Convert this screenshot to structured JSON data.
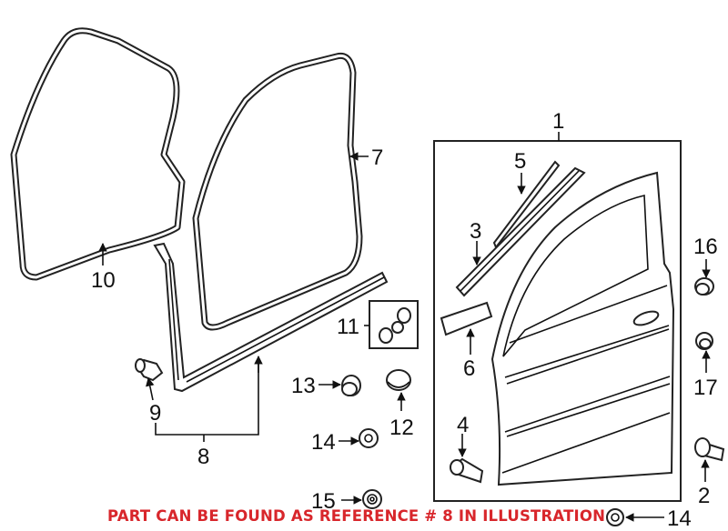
{
  "callouts": {
    "c1": "1",
    "c2": "2",
    "c3": "3",
    "c4": "4",
    "c5": "5",
    "c6": "6",
    "c7": "7",
    "c8": "8",
    "c9": "9",
    "c10": "10",
    "c11": "11",
    "c12": "12",
    "c13": "13",
    "c14a": "14",
    "c14b": "14",
    "c15": "15",
    "c16": "16",
    "c17": "17"
  },
  "note": {
    "text": "PART CAN BE FOUND AS REFERENCE # 8 IN ILLUSTRATION",
    "color": "#d8262b"
  }
}
